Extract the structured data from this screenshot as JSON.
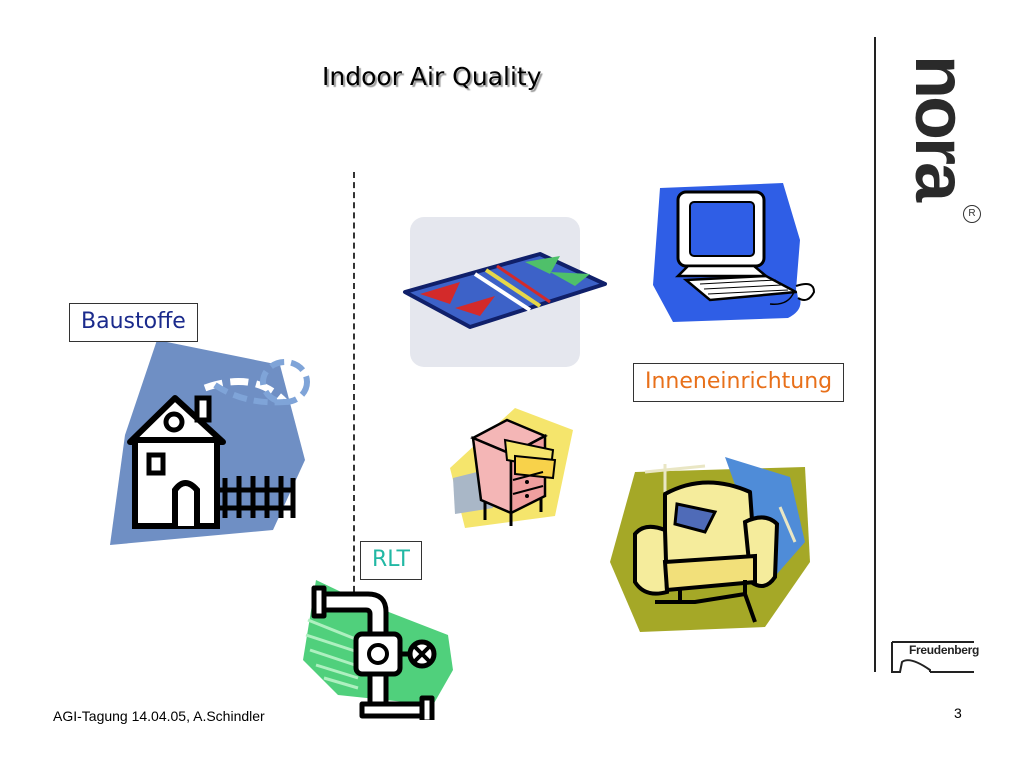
{
  "slide": {
    "title": "Indoor Air Quality",
    "labels": {
      "baustoffe": "Baustoffe",
      "inneneinrichtung": "Inneneinrichtung",
      "rlt": "RLT"
    },
    "footer": "AGI-Tagung 14.04.05, A.Schindler",
    "page_number": "3"
  },
  "brand": {
    "logo_text": "nora",
    "registered_mark": "R",
    "partner_logo_text": "Freudenberg"
  },
  "icons": [
    "house-clipart",
    "carpet-clipart",
    "computer-clipart",
    "cabinet-clipart",
    "armchair-clipart",
    "pipe-valve-clipart"
  ],
  "colors": {
    "baustoffe_text": "#1a2a8c",
    "inneneinrichtung_text": "#e8701a",
    "rlt_text": "#22b8a4"
  }
}
